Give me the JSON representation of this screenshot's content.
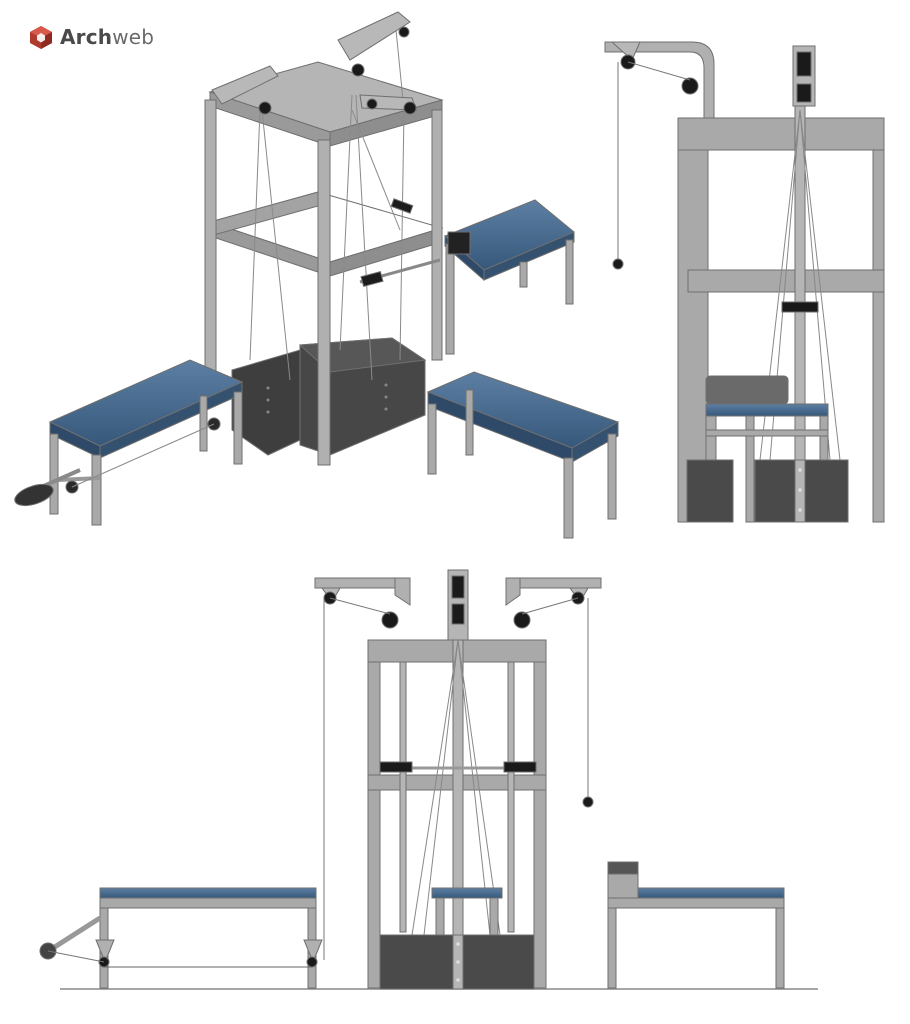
{
  "logo": {
    "brand_bold": "Arch",
    "brand_light": "web",
    "icon": "archweb-cube-icon"
  },
  "drawing": {
    "views": [
      "isometric-view",
      "side-elevation-view",
      "front-elevation-view"
    ],
    "colors": {
      "frame": "#a9a9a9",
      "frame_edge": "#7d7d7d",
      "cushion": "#3d5f82",
      "cushion_light": "#5d7fa3",
      "weight_stack": "#4a4a4a",
      "weight_stack_dark": "#333333",
      "pulley": "#1a1a1a",
      "cable": "#7a7a7a",
      "logo_red": "#c0392b"
    }
  }
}
